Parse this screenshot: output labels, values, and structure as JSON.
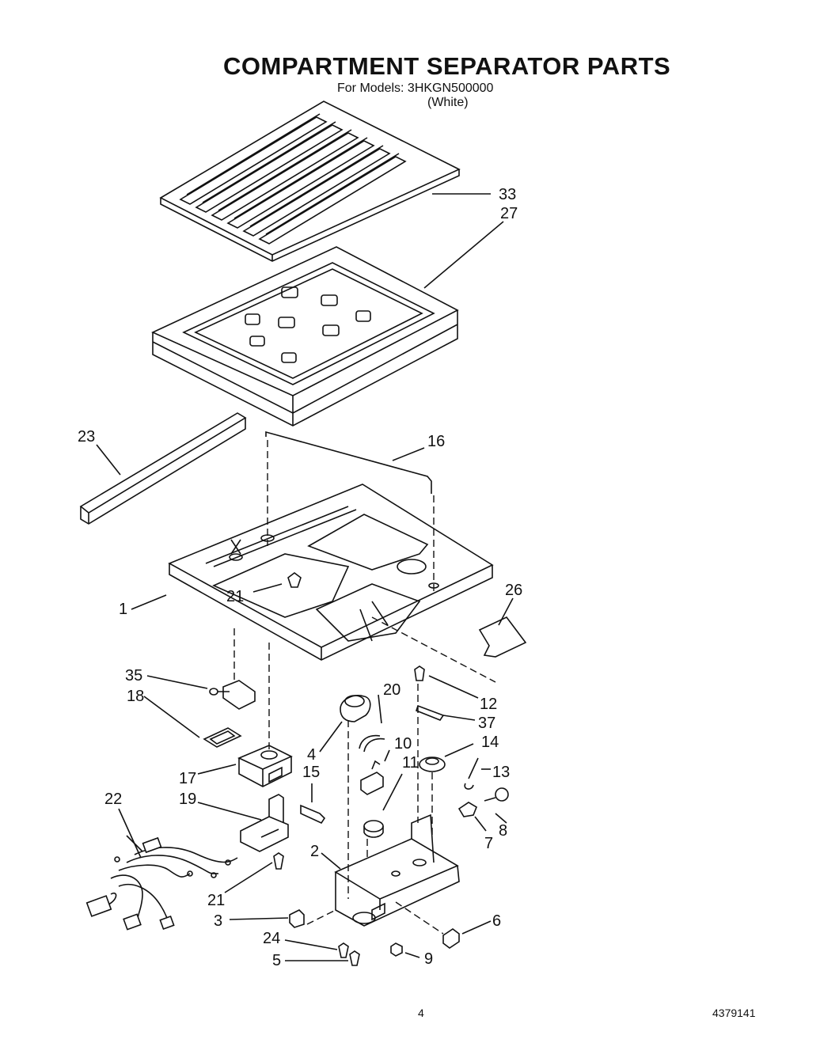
{
  "header": {
    "title": "COMPARTMENT SEPARATOR PARTS",
    "models": "For Models: 3HKGN500000",
    "color": "(White)"
  },
  "footer": {
    "page": "4",
    "doc_number": "4379141"
  },
  "callouts": [
    "33",
    "27",
    "23",
    "16",
    "1",
    "21",
    "26",
    "35",
    "18",
    "12",
    "20",
    "37",
    "4",
    "10",
    "14",
    "17",
    "15",
    "11",
    "13",
    "22",
    "19",
    "8",
    "7",
    "2",
    "21",
    "3",
    "6",
    "24",
    "9",
    "5"
  ]
}
